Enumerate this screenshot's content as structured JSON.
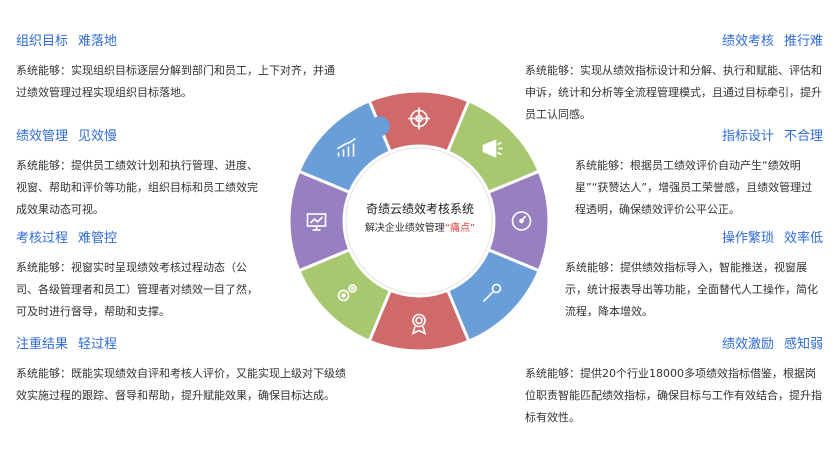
{
  "left": [
    {
      "title": "组织目标",
      "pain": "难落地",
      "desc": "系统能够：实现组织目标逐层分解到部门和员工，上下对齐，并通过绩效管理过程实现组织目标落地。"
    },
    {
      "title": "绩效管理",
      "pain": "见效慢",
      "desc": "系统能够：提供员工绩效计划和执行管理、进度、视窗、帮助和评价等功能，组织目标和员工绩效完成效果动态可视。"
    },
    {
      "title": "考核过程",
      "pain": "难管控",
      "desc": "系统能够：视窗实时呈现绩效考核过程动态（公司、各级管理者和员工）管理者对绩效一目了然，可及时进行督导，帮助和支撑。"
    },
    {
      "title": "注重结果",
      "pain": "轻过程",
      "desc": "系统能够：既能实现绩效自评和考核人评价，又能实现上级对下级绩效实施过程的跟踪、督导和帮助，提升赋能效果，确保目标达成。"
    }
  ],
  "right": [
    {
      "title": "绩效考核",
      "pain": "推行难",
      "desc": "系统能够：实现从绩效指标设计和分解、执行和赋能、评估和申诉，统计和分析等全流程管理模式，且通过目标牵引，提升员工认同感。"
    },
    {
      "title": "指标设计",
      "pain": "不合理",
      "desc": "系统能够：根据员工绩效评价自动产生“绩效明星”“获赞达人”，增强员工荣誉感，且绩效管理过程透明，确保绩效评价公平公正。"
    },
    {
      "title": "操作繁琐",
      "pain": "效率低",
      "desc": "系统能够：提供绩效指标导入，智能推送，视窗展示，统计报表导出等功能，全面替代人工操作，简化流程，降本增效。"
    },
    {
      "title": "绩效激励",
      "pain": "感知弱",
      "desc": "系统能够：提供20个行业18000多项绩效指标借鉴，根据岗位职责智能匹配绩效指标，确保目标与工作有效结合，提升指标有效性。"
    }
  ],
  "center": {
    "title": "奇绩云绩效考核系统",
    "subtitle": "解决企业绩效管理",
    "highlight": "“痛点”"
  },
  "wheel": {
    "segments": [
      {
        "color": "#d06a6a",
        "icon": "target-icon"
      },
      {
        "color": "#a8c870",
        "icon": "megaphone-icon"
      },
      {
        "color": "#9880c0",
        "icon": "gauge-icon"
      },
      {
        "color": "#6a9ed8",
        "icon": "wrench-icon"
      },
      {
        "color": "#d06a6a",
        "icon": "medal-icon"
      },
      {
        "color": "#a8c870",
        "icon": "gears-icon"
      },
      {
        "color": "#9880c0",
        "icon": "presentation-icon"
      },
      {
        "color": "#6a9ed8",
        "icon": "growth-chart-icon"
      }
    ]
  }
}
